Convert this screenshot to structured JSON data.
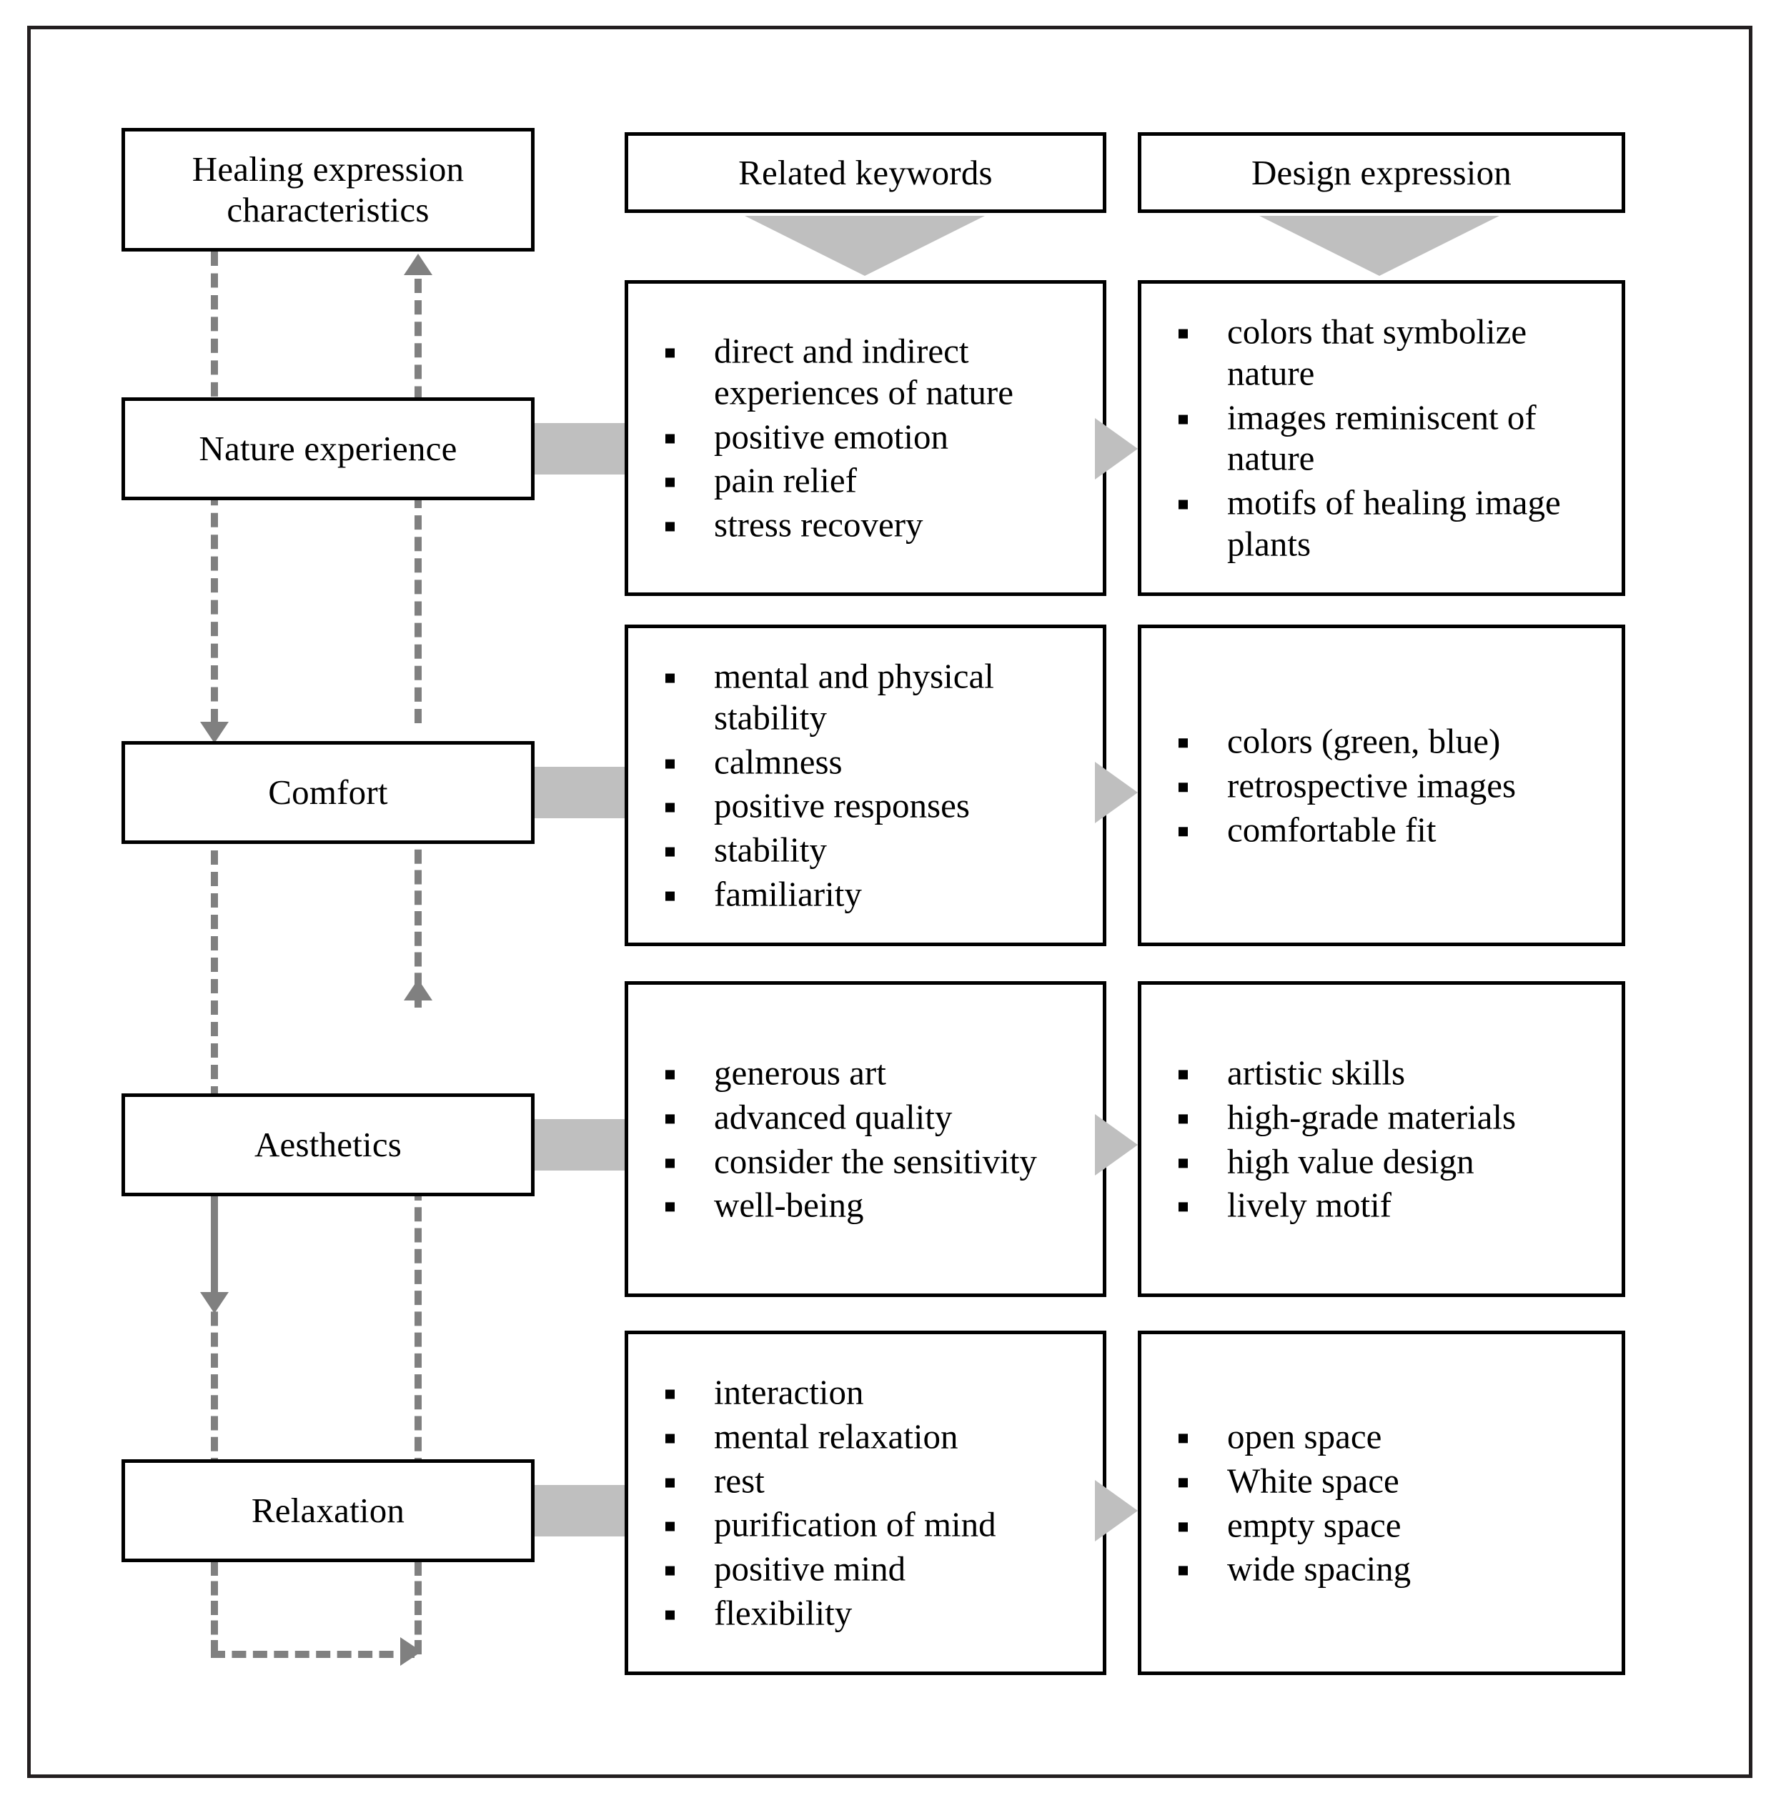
{
  "figure": {
    "title_box": "Healing expression characteristics",
    "column_headers": {
      "keywords": "Related keywords",
      "design": "Design expression"
    }
  },
  "rows": [
    {
      "characteristic": "Nature experience",
      "keywords": [
        "direct and indirect experiences of nature",
        "positive emotion",
        "pain relief",
        "stress recovery"
      ],
      "design": [
        "colors that symbolize nature",
        "images reminiscent of nature",
        "motifs of healing image plants"
      ]
    },
    {
      "characteristic": "Comfort",
      "keywords": [
        "mental and physical stability",
        "calmness",
        "positive responses",
        "stability",
        "familiarity"
      ],
      "design": [
        "colors (green, blue)",
        "retrospective images",
        "comfortable fit"
      ]
    },
    {
      "characteristic": "Aesthetics",
      "keywords": [
        "generous art",
        "advanced quality",
        "consider the sensitivity",
        "well-being"
      ],
      "design": [
        "artistic skills",
        "high-grade materials",
        "high value design",
        "lively motif"
      ]
    },
    {
      "characteristic": "Relaxation",
      "keywords": [
        "interaction",
        "mental relaxation",
        "rest",
        "purification of mind",
        "positive mind",
        "flexibility"
      ],
      "design": [
        "open space",
        "White space",
        "empty space",
        "wide spacing"
      ]
    }
  ],
  "colors": {
    "box_border": "#000000",
    "connector_gray": "#bfbfbf",
    "flow_line_gray": "#808080",
    "background": "#ffffff"
  }
}
